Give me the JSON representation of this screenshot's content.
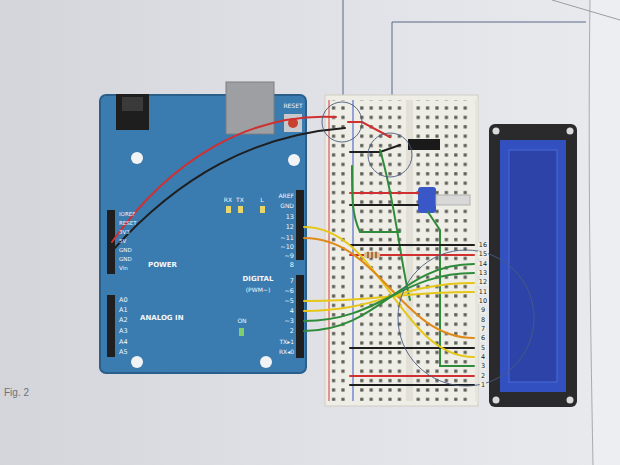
{
  "diagram": {
    "caption": "Fig. 2",
    "labels": [
      "RESET",
      "RX",
      "TX",
      "L",
      "AREF",
      "GND",
      "13",
      "12",
      "~11",
      "~10",
      "~9",
      "8",
      "7",
      "~6",
      "~5",
      "4",
      "~3",
      "2",
      "TX▸1",
      "RX◂0",
      "DIGITAL",
      "(PWM~)",
      "IOREF",
      "RESET",
      "3V3",
      "5V",
      "GND",
      "GND",
      "Vin",
      "POWER",
      "A0",
      "A1",
      "A2",
      "A3",
      "A4",
      "A5",
      "ANALOG IN",
      "ON",
      "16",
      "15",
      "14",
      "13",
      "12",
      "11",
      "10",
      "9",
      "8",
      "7",
      "6",
      "5",
      "4",
      "3",
      "2",
      "1"
    ]
  }
}
